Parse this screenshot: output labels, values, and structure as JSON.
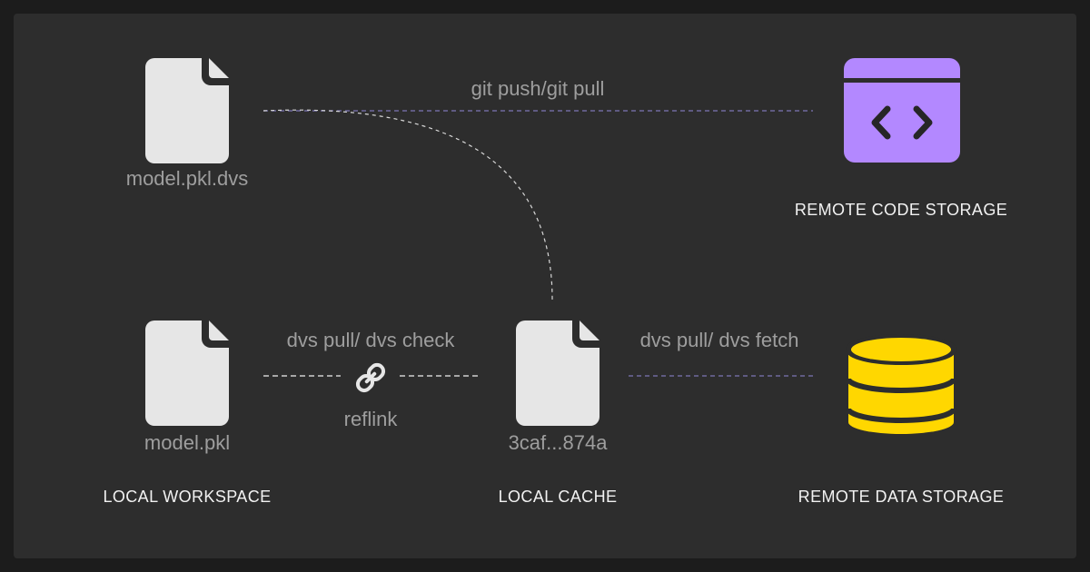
{
  "files": {
    "dvs_file": "model.pkl.dvs",
    "workspace_file": "model.pkl",
    "cache_file": "3caf...874a"
  },
  "connectors": {
    "git": "git push/git pull",
    "local": "dvs pull/ dvs check",
    "reflink": "reflink",
    "remote": "dvs pull/ dvs fetch"
  },
  "sections": {
    "remote_code": "REMOTE CODE STORAGE",
    "local_workspace": "LOCAL WORKSPACE",
    "local_cache": "LOCAL CACHE",
    "remote_data": "REMOTE DATA STORAGE"
  },
  "icons": {
    "file": "file-icon",
    "code": "code-window-icon",
    "link": "link-icon",
    "database": "database-icon"
  },
  "colors": {
    "background": "#2d2d2d",
    "file": "#e6e6e6",
    "code_accent": "#b388ff",
    "database_accent": "#ffd700",
    "dashed_purple": "#6e6a9e",
    "dashed_white": "#d0d0d0"
  }
}
